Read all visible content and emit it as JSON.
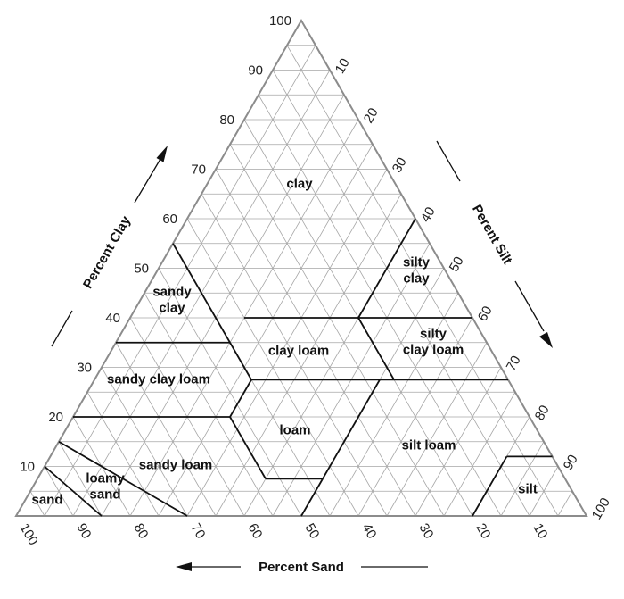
{
  "axes": {
    "clay": {
      "title": "Percent Clay",
      "ticks": [
        "10",
        "20",
        "30",
        "40",
        "50",
        "60",
        "70",
        "80",
        "90",
        "100"
      ]
    },
    "silt": {
      "title": "Perent Silt",
      "ticks": [
        "10",
        "20",
        "30",
        "40",
        "50",
        "60",
        "70",
        "80",
        "90",
        "100"
      ]
    },
    "sand": {
      "title": "Percent Sand",
      "ticks": [
        "100",
        "90",
        "80",
        "70",
        "60",
        "50",
        "40",
        "30",
        "20",
        "10"
      ]
    }
  },
  "regions": [
    {
      "id": "clay",
      "lines": [
        "clay"
      ]
    },
    {
      "id": "silty-clay",
      "lines": [
        "silty",
        "clay"
      ]
    },
    {
      "id": "sandy-clay",
      "lines": [
        "sandy",
        "clay"
      ]
    },
    {
      "id": "clay-loam",
      "lines": [
        "clay loam"
      ]
    },
    {
      "id": "silty-clay-loam",
      "lines": [
        "silty",
        "clay loam"
      ]
    },
    {
      "id": "sandy-clay-loam",
      "lines": [
        "sandy clay loam"
      ]
    },
    {
      "id": "loam",
      "lines": [
        "loam"
      ]
    },
    {
      "id": "silt-loam",
      "lines": [
        "silt loam"
      ]
    },
    {
      "id": "sandy-loam",
      "lines": [
        "sandy loam"
      ]
    },
    {
      "id": "loamy-sand",
      "lines": [
        "loamy",
        "sand"
      ]
    },
    {
      "id": "sand",
      "lines": [
        "sand"
      ]
    },
    {
      "id": "silt",
      "lines": [
        "silt"
      ]
    }
  ],
  "colors": {
    "grid": "#a6a6a6",
    "outline": "#8c8c8c",
    "boundary": "#111111",
    "text": "#111111"
  }
}
